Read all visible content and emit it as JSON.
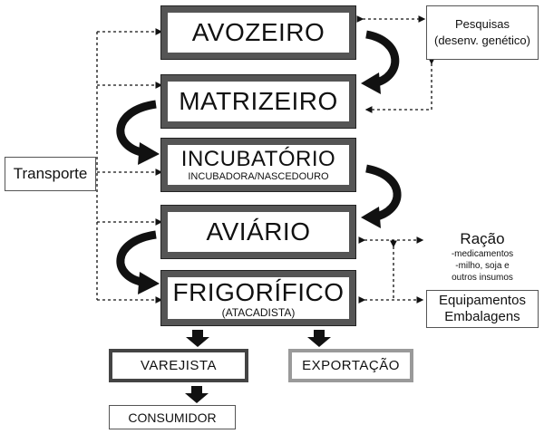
{
  "stages": {
    "avozeiro": "AVOZEIRO",
    "matrizeiro": "MATRIZEIRO",
    "incubatorio": "INCUBATÓRIO",
    "incubatorio_sub": "INCUBADORA/NASCEDOURO",
    "aviario": "AVIÁRIO",
    "frigorifico": "FRIGORÍFICO",
    "frigorifico_sub": "(ATACADISTA)"
  },
  "outputs": {
    "varejista": "VAREJISTA",
    "exportacao": "EXPORTAÇÃO",
    "consumidor": "CONSUMIDOR"
  },
  "side": {
    "transporte": "Transporte",
    "pesquisas_line1": "Pesquisas",
    "pesquisas_line2": "(desenv. genético)",
    "racao_title": "Ração",
    "racao_item1": "-medicamentos",
    "racao_item2": "-milho, soja e",
    "racao_item3": "outros insumos",
    "equip_line1": "Equipamentos",
    "equip_line2": "Embalagens"
  },
  "colors": {
    "stage_border": "#555555",
    "arrow_fill": "#111111",
    "exportacao_border": "#9a9a9a"
  }
}
